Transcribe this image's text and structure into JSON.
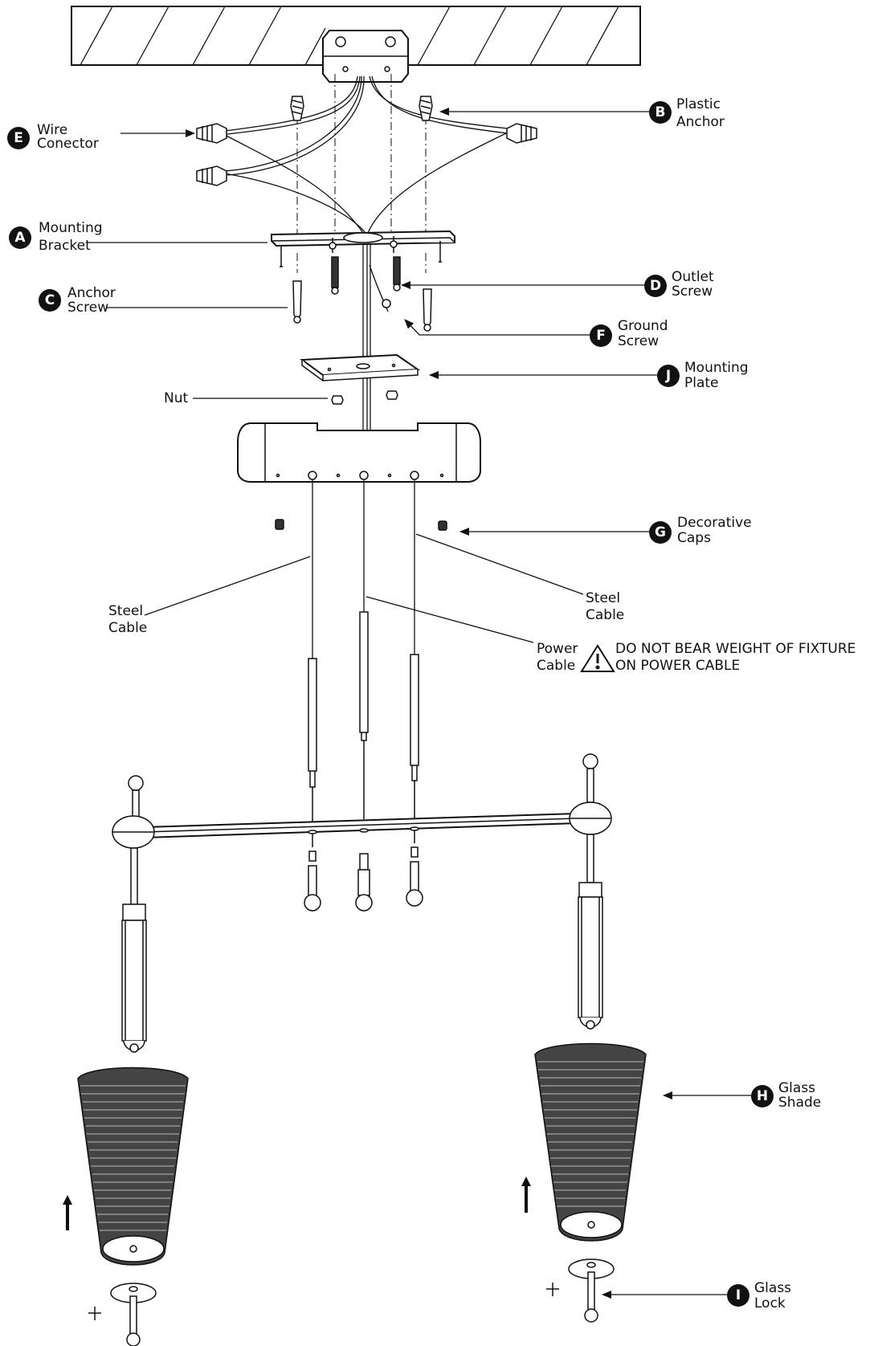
{
  "parts": {
    "A": {
      "letter": "A",
      "line1": "Mounting",
      "line2": "Bracket"
    },
    "B": {
      "letter": "B",
      "line1": "Plastic",
      "line2": "Anchor"
    },
    "C": {
      "letter": "C",
      "line1": "Anchor",
      "line2": "Screw"
    },
    "D": {
      "letter": "D",
      "line1": "Outlet",
      "line2": "Screw"
    },
    "E": {
      "letter": "E",
      "line1": "Wire",
      "line2": "Conector"
    },
    "F": {
      "letter": "F",
      "line1": "Ground",
      "line2": "Screw"
    },
    "G": {
      "letter": "G",
      "line1": "Decorative",
      "line2": "Caps"
    },
    "H": {
      "letter": "H",
      "line1": "Glass",
      "line2": "Shade"
    },
    "I": {
      "letter": "I",
      "line1": "Glass",
      "line2": "Lock"
    },
    "J": {
      "letter": "J",
      "line1": "Mounting",
      "line2": "Plate"
    }
  },
  "labels": {
    "nut": "Nut",
    "steel_cable_left": {
      "line1": "Steel",
      "line2": "Cable"
    },
    "steel_cable_right": {
      "line1": "Steel",
      "line2": "Cable"
    },
    "power_cable": {
      "line1": "Power",
      "line2": "Cable"
    }
  },
  "warning": {
    "icon": "warning-triangle-icon",
    "line1": "DO NOT BEAR WEIGHT OF FIXTURE",
    "line2": "ON POWER CABLE"
  }
}
